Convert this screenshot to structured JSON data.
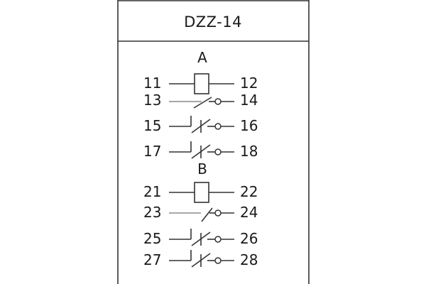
{
  "title": "DZZ-14",
  "relays": [
    {
      "label": "A",
      "coil": {
        "left": "11",
        "right": "12"
      },
      "contacts": [
        {
          "left": "13",
          "right": "14",
          "kind": "NO"
        },
        {
          "left": "15",
          "right": "16",
          "kind": "NC"
        },
        {
          "left": "17",
          "right": "18",
          "kind": "NC"
        }
      ]
    },
    {
      "label": "B",
      "coil": {
        "left": "21",
        "right": "22"
      },
      "contacts": [
        {
          "left": "23",
          "right": "24",
          "kind": "NO"
        },
        {
          "left": "25",
          "right": "26",
          "kind": "NC"
        },
        {
          "left": "27",
          "right": "28",
          "kind": "NC"
        }
      ]
    }
  ]
}
